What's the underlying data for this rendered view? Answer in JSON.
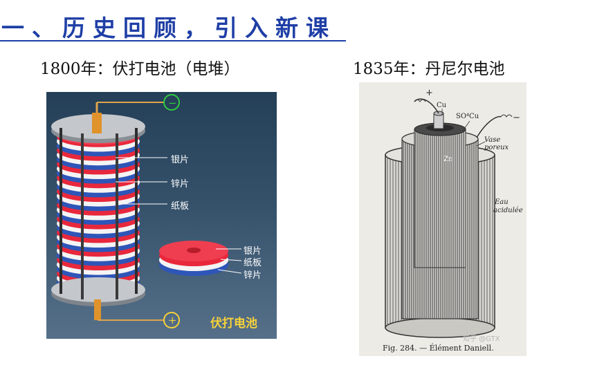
{
  "heading": "一、历史回顾，引入新课",
  "left_figure": {
    "caption": "1800年：伏打电池（电堆）",
    "labels": {
      "silver": "银片",
      "zinc": "锌片",
      "paper": "纸板",
      "disc_silver": "银片",
      "disc_paper": "纸板",
      "disc_zinc": "锌片",
      "minus": "−",
      "plus": "+",
      "name": "伏打电池"
    },
    "colors": {
      "red_layer": "#e8283c",
      "blue_layer": "#2e55b8",
      "white_layer": "#f4f4f4",
      "terminal": "#2ecc40",
      "title": "#f6d23a"
    }
  },
  "right_figure": {
    "caption": "1835年：丹尼尔电池",
    "labels": {
      "plus": "+",
      "minus": "−",
      "cu": "Cu",
      "so4cu": "SO⁴Cu",
      "zn": "Zn",
      "vase": "Vase poreux",
      "eau": "Eau",
      "acidulee": "acidulée",
      "fig": "Fig. 284. — Élément Daniell.",
      "watermark": "知乎 @GTX"
    }
  }
}
